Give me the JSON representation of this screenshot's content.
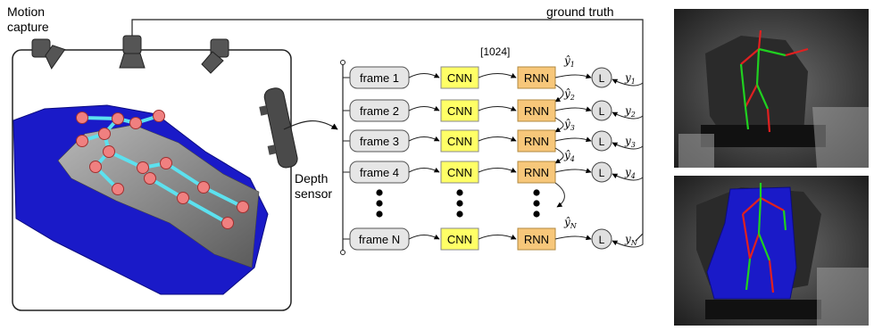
{
  "labels": {
    "motion_capture": [
      "Motion",
      "capture"
    ],
    "depth_sensor": [
      "Depth",
      "sensor"
    ],
    "ground_truth": "ground truth",
    "feature_dim": "[1024]"
  },
  "frames": [
    "frame 1",
    "frame 2",
    "frame 3",
    "frame 4",
    "frame N"
  ],
  "cnn_label": "CNN",
  "rnn_label": "RNN",
  "loss_label": "L",
  "predictions": [
    "ŷ",
    "ŷ",
    "ŷ",
    "ŷ",
    "ŷ"
  ],
  "prediction_subscripts": [
    "1",
    "2",
    "3",
    "4",
    "N"
  ],
  "targets": [
    "y",
    "y",
    "y",
    "y",
    "y"
  ],
  "target_subscripts": [
    "1",
    "2",
    "3",
    "4",
    "N"
  ],
  "colors": {
    "frame_box": "#e6e6e6",
    "cnn_box": "#ffff66",
    "rnn_box": "#f7c77a",
    "loss_circle": "#e0e0e0",
    "joint": "#f08080",
    "bone": "#5ce1ef",
    "mesh_blue": "#1a1ac8",
    "mesh_gray": "#8a8a8a",
    "skeleton_red": "#e02020",
    "skeleton_green": "#20d020"
  },
  "icons": [
    "camera-icon",
    "depth-sensor-icon",
    "body-mesh-icon",
    "skeleton-overlay-icon"
  ]
}
